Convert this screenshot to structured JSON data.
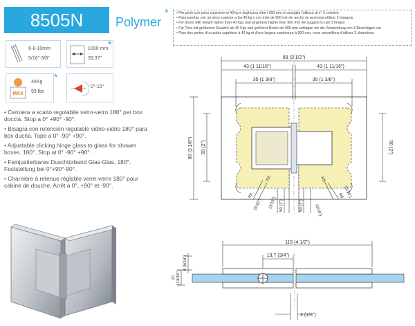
{
  "header": {
    "model": "8505N",
    "material": "Polymer",
    "star": "*"
  },
  "notes": [
    "• Per porte con peso superiore ai 40 kg e larghezza oltre i 900 mm si consiglia l'utilizzo di n° 3 cerniere",
    "• Para puertas con un peso superior a los 40 kg y con más de 900 mm de ancho se aconseja utilizar 3 bisagras",
    "• For doors with weight higher than 40 Kgs and largeness higher than 900 mm we suggest to use 3 hinges",
    "• Für Türe mit größerem Gewicht als 40 Kgs und größerer Breite  als 900 mm schlagen wir die Verwendung von 3 Beschlägen vor",
    "• Pour des portes d'un poids supérieur à 40 kg et d'une largeur supérieure à 900 mm, nous conseillons d'utiliser 3 charnières"
  ],
  "specs": {
    "glass_mm": "6-8-10mm",
    "glass_in": "5/16\"-3/8\"",
    "width_mm": "1000 mm",
    "width_in": "39,37\"",
    "weight_kg": "45Kg",
    "weight_lbs": "99 lbs",
    "max_label": "MAX",
    "angle": "0°-15°"
  },
  "descriptions": [
    "• Cerniera a scatto regolabile vetro-vetro 180° per box doccia.  Stop a 0° +90° -90°.",
    "• Bisagra con retención regulable vidrio-vidrio 180° para box ducha. Tope a 0° -90° +90°.",
    "• Adjustable clicking hinge glass to glass for shower boxes. 180°. Stop at 0° -90° +90°.",
    "• Feinjustierbares Duschtürband Glas-Glas, 180°. Feststellung bei 0°+90°-90°.",
    "• Charnière à retenue réglable verre-verre 180° pour cabine de douche.  Arrêt à 0°, +90° et -90°."
  ],
  "dims_front": {
    "overall_width": "89 (3  1/2\")",
    "left_width": "43 (1  11/16\")",
    "right_width": "43 (1  11/16\")",
    "left_inner": "35 (1  3/8\")",
    "right_inner": "35 (1  3/8\")",
    "height": "80 (3  1/8\")",
    "cut_left": "50 (2\")",
    "cut_right": "50 (2\")",
    "r5_left": "R5",
    "r8_left": "R8",
    "r8_left_in": "(5/16\")",
    "r5_right": "R5",
    "r8_right": "R8",
    "r8_right_in": "(5/16\")",
    "bottom_left": "50 (2\")",
    "bottom_right": "50 (2\")",
    "bottom_mid_left": "(3/16\")",
    "bottom_mid_right": "(3/16\")"
  },
  "dims_side": {
    "overall": "115 (4  1/2\")",
    "thickness": "8 (5/16\")",
    "offset": "19,7 (3/4\")",
    "height": "20",
    "height_in": "(13/16\")",
    "gap": "3 (1/8\")"
  },
  "colors": {
    "accent": "#29a8e0",
    "template_fill": "#f6f0b6",
    "glass_fill": "#a7d3ec"
  }
}
